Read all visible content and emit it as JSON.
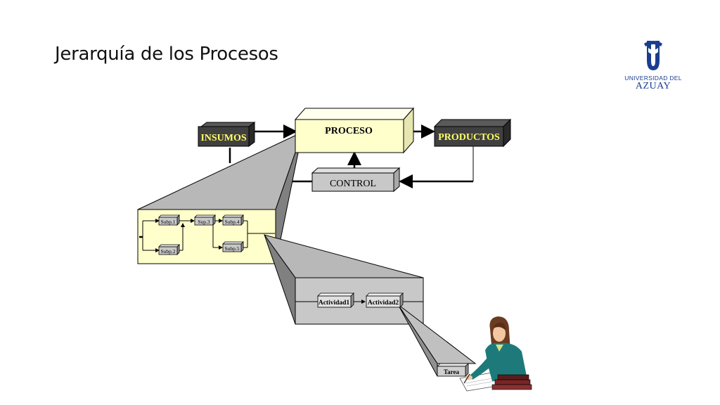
{
  "title": "Jerarquía de los Procesos",
  "logo": {
    "line1": "UNIVERSIDAD DEL",
    "line2": "AZUAY"
  },
  "diagram": {
    "insumos": "INSUMOS",
    "proceso": "PROCESO",
    "productos": "PRODUCTOS",
    "control": "CONTROL",
    "subprocesses": [
      "Subp.1",
      "Sup.3",
      "Subp.4",
      "Subp.2",
      "Subp.5"
    ],
    "activities": [
      "Actividad1",
      "Actividad2"
    ],
    "task": "Tarea"
  },
  "colors": {
    "dark_box": "#404040",
    "yellow": "#ffffcc",
    "gray": "#c8c8c8",
    "insumos_text": "#ffff66"
  }
}
